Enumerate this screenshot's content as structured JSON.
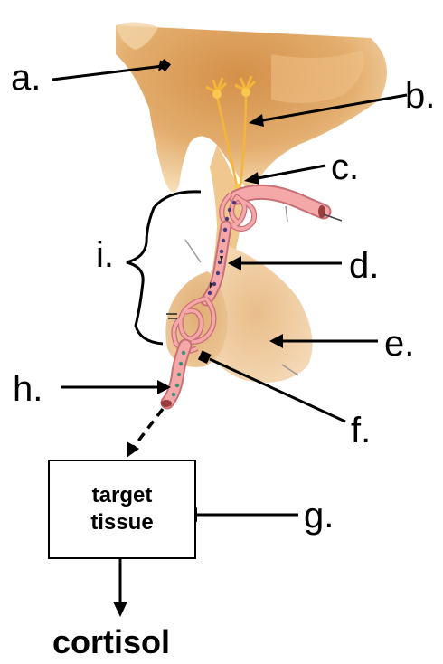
{
  "labels": {
    "a": "a.",
    "b": "b.",
    "c": "c.",
    "d": "d.",
    "e": "e.",
    "f": "f.",
    "g": "g.",
    "h": "h.",
    "i": "i."
  },
  "target_box": {
    "line1": "target",
    "line2": "tissue"
  },
  "output": "cortisol",
  "colors": {
    "hypothalamus": "#d9a15e",
    "hypothalamus_light": "#efc994",
    "pituitary": "#e2b077",
    "vessel": "#f4a8a8",
    "vessel_edge": "#c96f76",
    "neuron": "#f3b53a"
  }
}
